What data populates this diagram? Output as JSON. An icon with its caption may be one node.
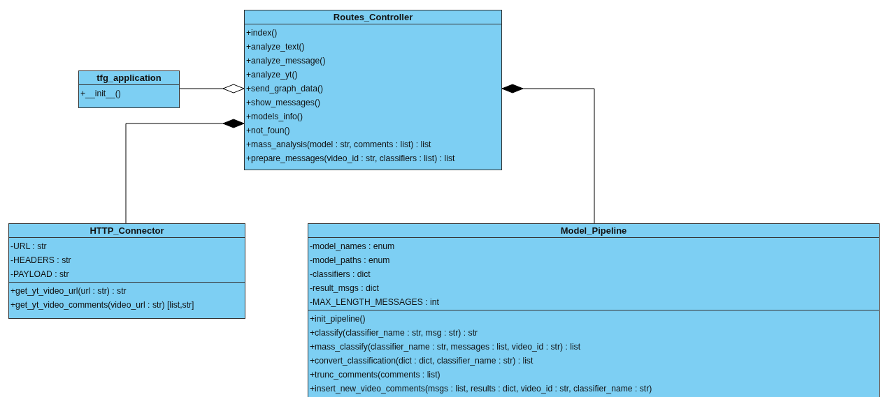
{
  "diagram": {
    "nodes": [
      {
        "text": [
          "Routes_Controller"
        ]
      },
      {
        "text": [
          "+index()",
          "+analyze_text()",
          "+analyze_message()",
          "+analyze_yt()",
          "+send_graph_data()",
          "+show_messages()",
          "+models_info()",
          "+not_foun()",
          "+mass_analysis(model : str, comments : list) : list",
          "+prepare_messages(video_id : str, classifiers : list) : list"
        ],
        "in": 0
      },
      {
        "text": [
          "tfg_application"
        ]
      },
      {
        "text": [
          "+__init__()"
        ],
        "in": 2
      },
      {
        "text": [
          "HTTP_Connector"
        ]
      },
      {
        "text": [
          "-URL : str",
          "-HEADERS : str",
          "-PAYLOAD : str"
        ],
        "in": 4
      },
      {
        "text": [
          "+get_yt_video_url(url : str) : str",
          "+get_yt_video_comments(video_url : str) [list,str]"
        ],
        "in": 4
      },
      {
        "text": [
          "Model_Pipeline"
        ]
      },
      {
        "text": [
          "-model_names : enum",
          "-model_paths : enum",
          "-classifiers : dict",
          "-result_msgs : dict",
          "-MAX_LENGTH_MESSAGES : int"
        ],
        "in": 7
      },
      {
        "text": [
          "+init_pipeline()",
          "+classify(classifier_name : str, msg : str) : str",
          "+mass_classify(classifier_name : str, messages : list, video_id : str) : list",
          "+convert_classification(dict : dict, classifier_name : str) : list",
          "+trunc_comments(comments : list)",
          "+insert_new_video_comments(msgs : list, results : dict, video_id : str, classifier_name : str)"
        ],
        "in": 7
      }
    ],
    "edges": [
      {
        "from": 2,
        "to": 0,
        "arrow": "other"
      },
      {
        "from": 4,
        "to": 0,
        "arrow": "other"
      },
      {
        "from": 7,
        "to": 0,
        "arrow": "other"
      }
    ]
  }
}
